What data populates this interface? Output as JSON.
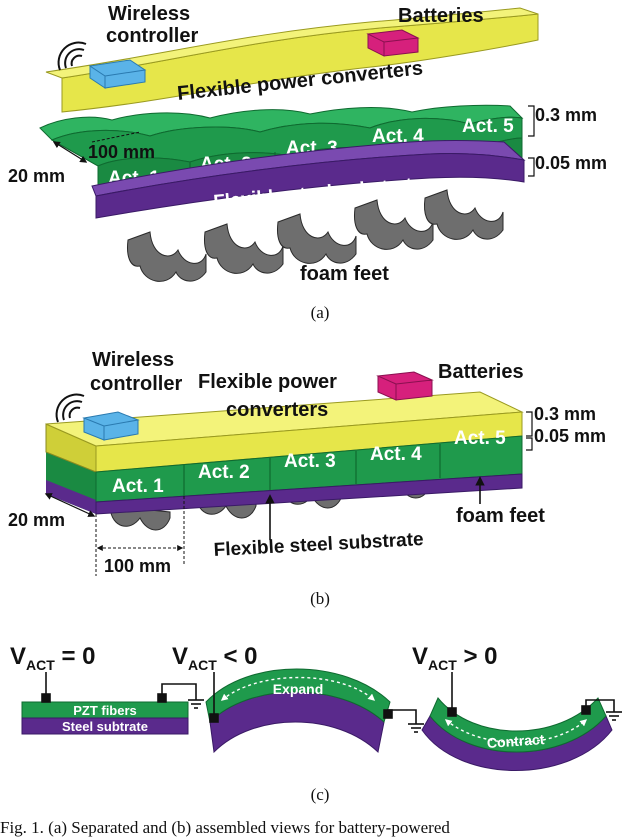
{
  "panel_a": {
    "wireless_line1": "Wireless",
    "wireless_line2": "controller",
    "batteries": "Batteries",
    "power_converters": "Flexible power converters",
    "dim_100": "100 mm",
    "dim_20": "20 mm",
    "thickness_actuator": "0.3 mm",
    "thickness_steel": "0.05 mm",
    "actuators": [
      "Act. 1",
      "Act. 2",
      "Act. 3",
      "Act. 4",
      "Act. 5"
    ],
    "steel_substrate": "Flexible steel substrate",
    "foam_feet": "foam feet",
    "sublabel": "(a)"
  },
  "panel_b": {
    "wireless_line1": "Wireless",
    "wireless_line2": "controller",
    "power_line1": "Flexible power",
    "power_line2": "converters",
    "batteries": "Batteries",
    "thickness_actuator": "0.3 mm",
    "thickness_steel": "0.05 mm",
    "actuators": [
      "Act. 1",
      "Act. 2",
      "Act. 3",
      "Act. 4",
      "Act. 5"
    ],
    "dim_20": "20 mm",
    "dim_100": "100 mm",
    "steel_substrate": "Flexible steel substrate",
    "foam_feet": "foam feet",
    "sublabel": "(b)"
  },
  "panel_c": {
    "v_main": "V",
    "v_sub": "ACT",
    "v1_rel": " = 0",
    "v2_rel": " < 0",
    "v3_rel": " > 0",
    "pzt": "PZT fibers",
    "steel": "Steel subtrate",
    "expand": "Expand",
    "contract": "Contract",
    "sublabel": "(c)"
  },
  "caption": "Fig. 1.    (a) Separated and (b) assembled views for battery-powered",
  "colors": {
    "yellow": "#e6e64a",
    "green": "#1f9a4c",
    "purple": "#5a2a8c",
    "gray": "#6e6e6e",
    "blue": "#5ab3e8",
    "magenta": "#d6207c"
  }
}
